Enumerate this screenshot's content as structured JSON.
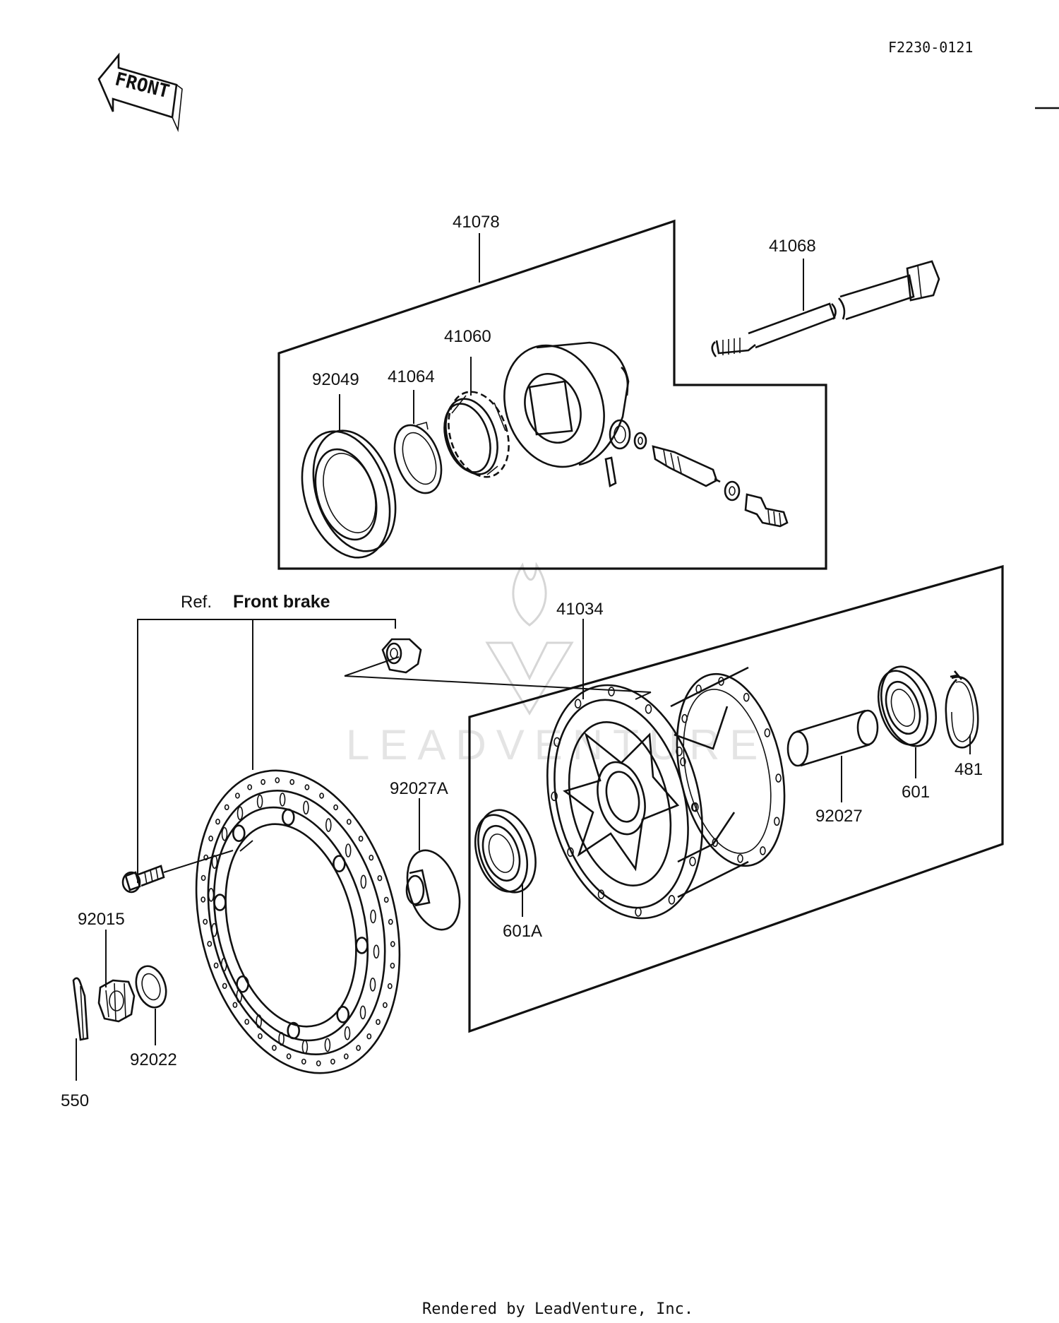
{
  "header": {
    "figure_code": "F2230-0121",
    "front_arrow_label": "FRONT"
  },
  "reference": {
    "prefix": "Ref.",
    "name": "Front brake"
  },
  "part_labels": {
    "p41078": "41078",
    "p41068": "41068",
    "p41060": "41060",
    "p92049": "92049",
    "p41064": "41064",
    "p41034": "41034",
    "p92027A": "92027A",
    "p92027": "92027",
    "p601": "601",
    "p481": "481",
    "p601A": "601A",
    "p92015": "92015",
    "p92022": "92022",
    "p550": "550"
  },
  "watermark": {
    "text": "LEADVENTURE"
  },
  "footer": {
    "credit": "Rendered by LeadVenture, Inc."
  }
}
